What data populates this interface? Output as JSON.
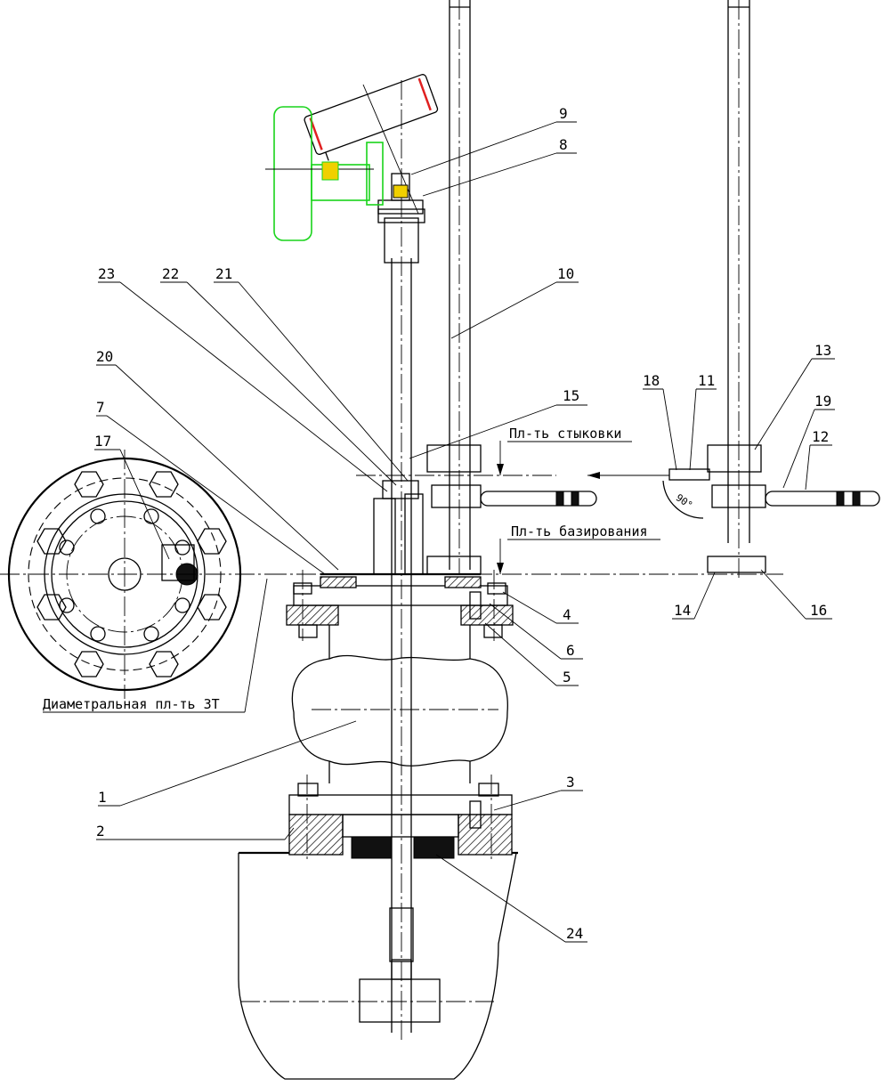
{
  "callouts": [
    "1",
    "2",
    "3",
    "4",
    "5",
    "6",
    "7",
    "8",
    "9",
    "10",
    "11",
    "12",
    "13",
    "14",
    "15",
    "16",
    "17",
    "18",
    "19",
    "20",
    "21",
    "22",
    "23",
    "24"
  ],
  "captions": {
    "docking_plane": "Пл-ть стыковки",
    "base_plane": "Пл-ть базирования",
    "diametral_plane": "Диаметральная пл-ть ЗТ"
  },
  "angle_label": "90°",
  "colors": {
    "line": "#000000",
    "accent_green": "#19d41b",
    "accent_red": "#e02020"
  }
}
